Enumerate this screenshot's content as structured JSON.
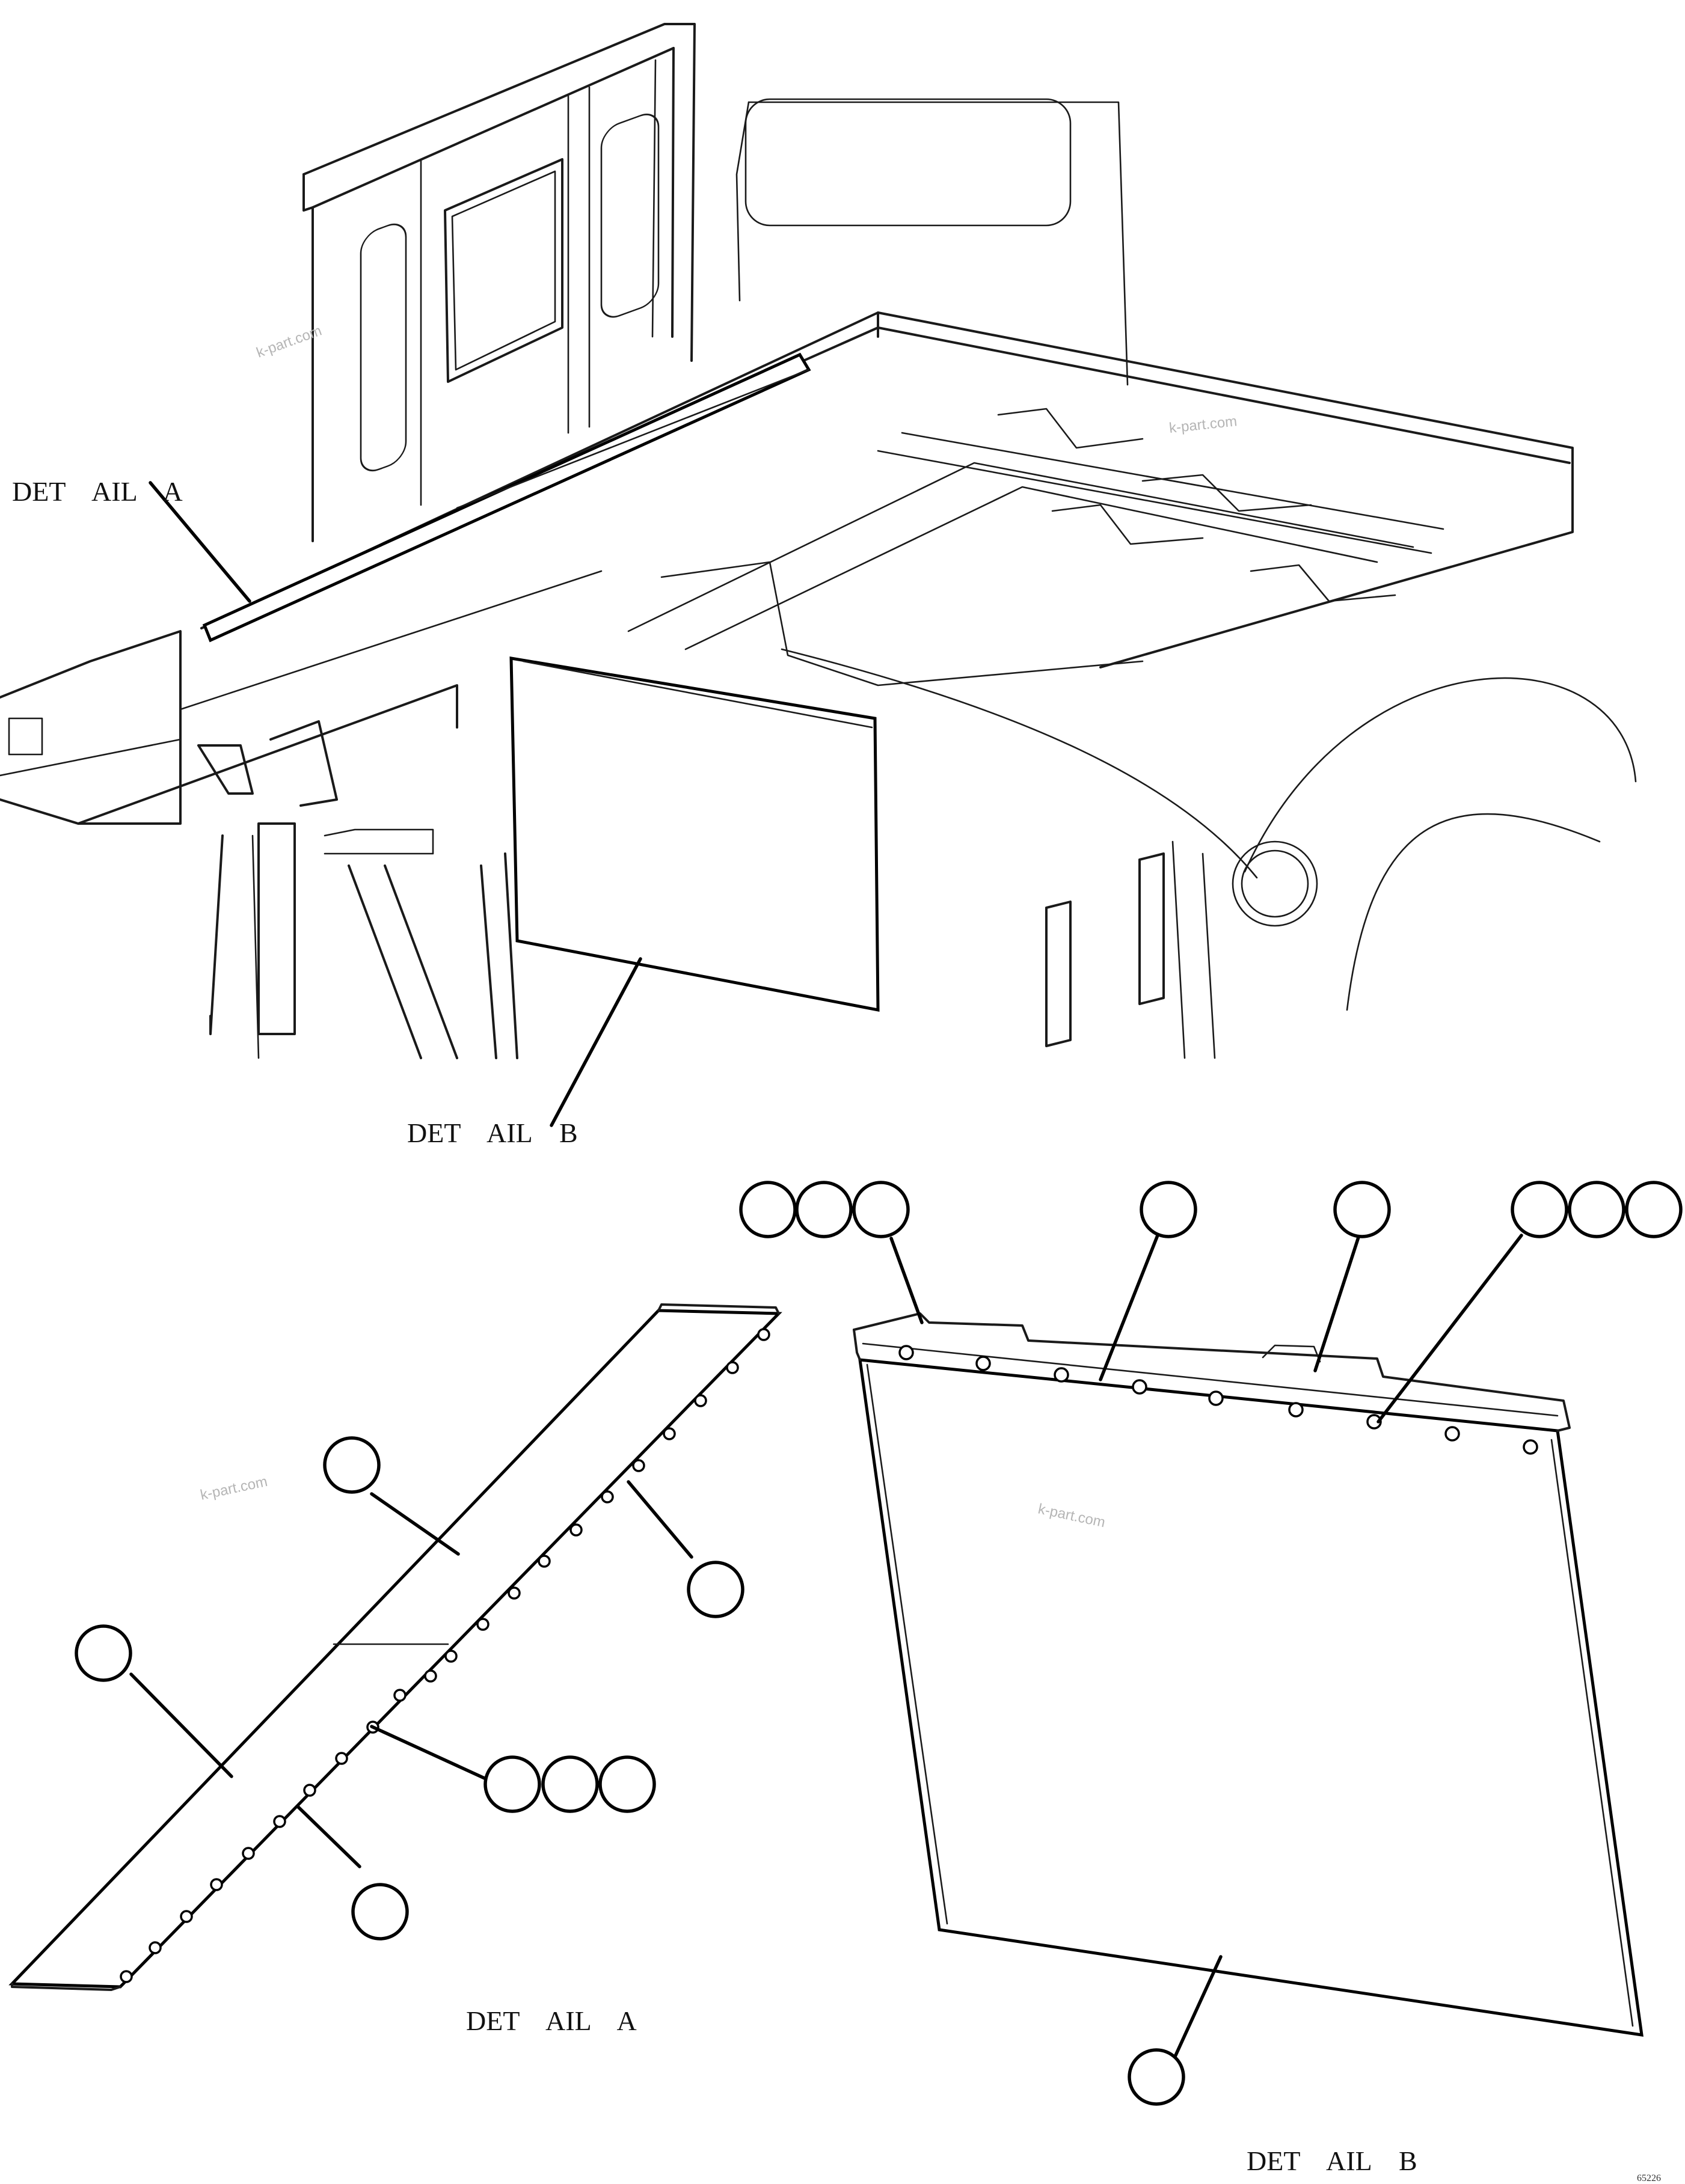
{
  "labels": {
    "overview_detail_a": "DET    AIL    A",
    "overview_detail_b": "DET    AIL    B",
    "view_detail_a": "DET    AIL    A",
    "view_detail_b": "DET    AIL    B"
  },
  "watermark": "k-part.com",
  "drawing_code": "65226",
  "callouts": {
    "detail_a": [
      "",
      "",
      "",
      "",
      "",
      "",
      ""
    ],
    "detail_b": [
      "",
      "",
      "",
      "",
      "",
      "",
      "",
      "",
      "",
      ""
    ]
  }
}
